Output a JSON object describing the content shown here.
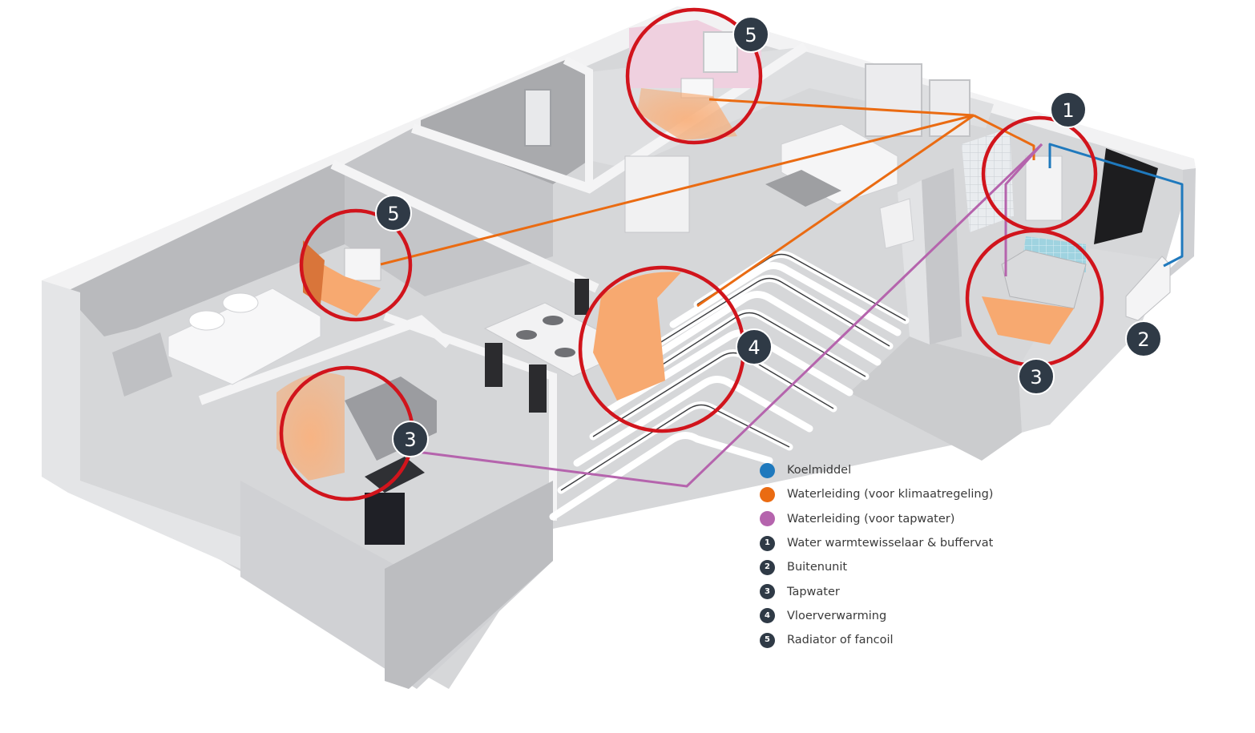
{
  "colors": {
    "refrigerant": "#1f79bd",
    "climate_water": "#ea6b12",
    "tap_water": "#b564ad",
    "badge": "#2f3a46",
    "highlight_ring": "#d1141c",
    "warm_zone": "#f7a970"
  },
  "callouts": [
    {
      "id": "c1",
      "number": "1"
    },
    {
      "id": "c2",
      "number": "2"
    },
    {
      "id": "c3a",
      "number": "3"
    },
    {
      "id": "c3b",
      "number": "3"
    },
    {
      "id": "c4",
      "number": "4"
    },
    {
      "id": "c5a",
      "number": "5"
    },
    {
      "id": "c5b",
      "number": "5"
    }
  ],
  "legend": {
    "lines": [
      {
        "label": "Koelmiddel",
        "color": "#1f79bd"
      },
      {
        "label": "Waterleiding (voor klimaatregeling)",
        "color": "#ea6b12"
      },
      {
        "label": "Waterleiding (voor tapwater)",
        "color": "#b564ad"
      }
    ],
    "components": [
      {
        "number": "1",
        "label": "Water warmtewisselaar & buffervat"
      },
      {
        "number": "2",
        "label": "Buitenunit"
      },
      {
        "number": "3",
        "label": "Tapwater"
      },
      {
        "number": "4",
        "label": "Vloerverwarming"
      },
      {
        "number": "5",
        "label": "Radiator of fancoil"
      }
    ]
  }
}
